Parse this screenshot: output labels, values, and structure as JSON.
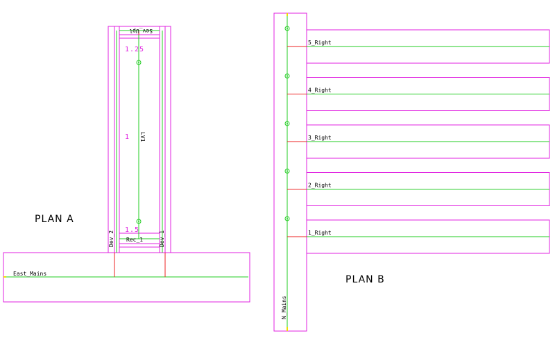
{
  "colors": {
    "outline": "#e020e0",
    "route": "#22cc22",
    "link": "#ee2020",
    "node": "#22cc22",
    "endpoint": "#f0e000",
    "text": "#000000"
  },
  "plan_a": {
    "title": "PLAN A",
    "mains_label": "East_Mains",
    "dev_left_label": "Dev_2",
    "dev_right_label": "Dev_1",
    "rec_label": "Rec_1",
    "top_label": "Sev_Upl",
    "lv_label": "LV1",
    "value_top": "1.25",
    "value_mid": "1",
    "value_bottom": "1.5"
  },
  "plan_b": {
    "title": "PLAN B",
    "mains_label": "N_Mains",
    "branches": [
      {
        "label": "5_Right"
      },
      {
        "label": "4_Right"
      },
      {
        "label": "3_Right"
      },
      {
        "label": "2_Right"
      },
      {
        "label": "1_Right"
      }
    ]
  },
  "icons": {
    "node": "circle-node-icon",
    "endpoint": "endpoint-marker-icon"
  }
}
